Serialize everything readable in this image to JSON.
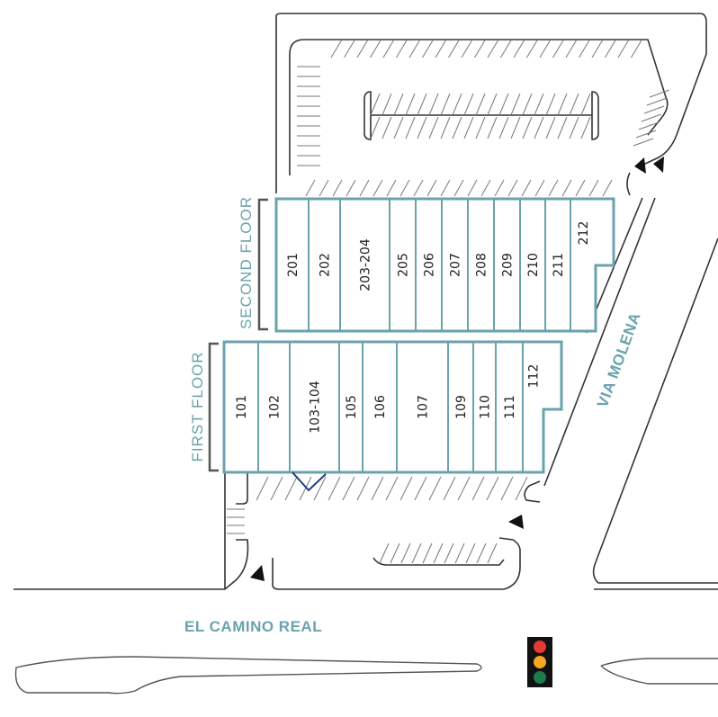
{
  "floors": {
    "second": {
      "label": "SECOND FLOOR",
      "units": [
        "201",
        "202",
        "203-204",
        "205",
        "206",
        "207",
        "208",
        "209",
        "210",
        "211",
        "212"
      ]
    },
    "first": {
      "label": "FIRST FLOOR",
      "units": [
        "101",
        "102",
        "103-104",
        "105",
        "106",
        "107",
        "109",
        "110",
        "111",
        "112"
      ]
    }
  },
  "streets": {
    "main": "EL CAMINO REAL",
    "side": "VIA MOLENA"
  },
  "colors": {
    "accent": "#6aa3ad",
    "signal_red": "#e53935",
    "signal_amber": "#f5a623",
    "signal_green": "#1e7a4a"
  },
  "icons": [
    "traffic-light-icon",
    "arrow-icon"
  ]
}
